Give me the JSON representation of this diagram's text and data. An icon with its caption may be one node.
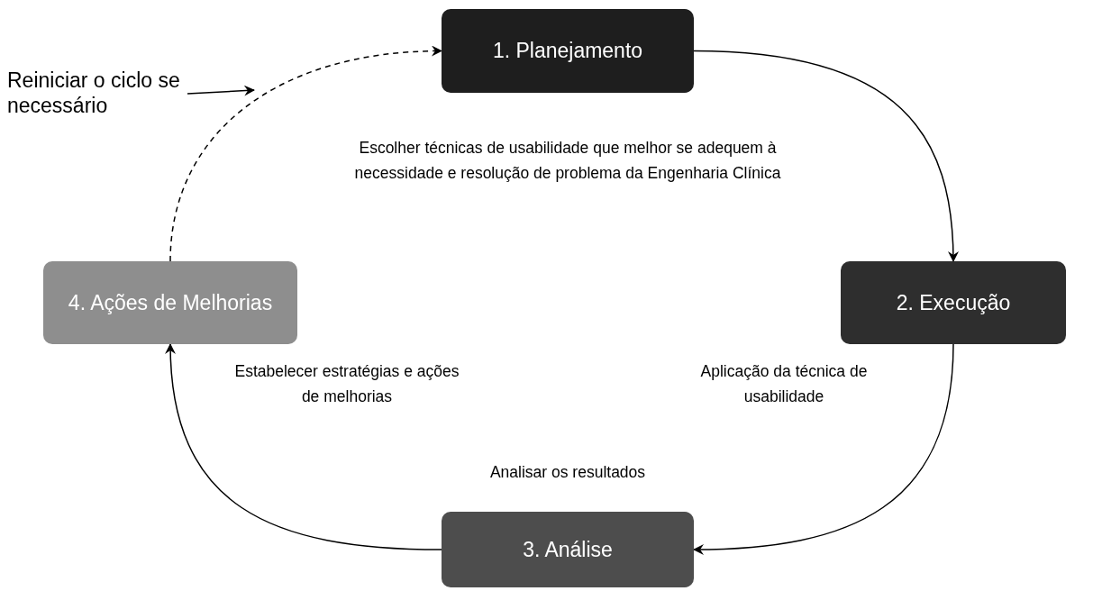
{
  "diagram": {
    "nodes": [
      {
        "text": [
          "1. Planejamento"
        ]
      },
      {
        "text": [
          "2. Execução"
        ]
      },
      {
        "text": [
          "3. Análise"
        ]
      },
      {
        "text": [
          "4. Ações de Melhorias"
        ]
      },
      {
        "text": [
          "Reiniciar o ciclo se necessário"
        ]
      }
    ],
    "edges": [
      {
        "from": 0,
        "to": 1,
        "arrow": "to"
      },
      {
        "from": 1,
        "to": 2,
        "arrow": "to"
      },
      {
        "from": 2,
        "to": 3,
        "arrow": "to"
      },
      {
        "from": 3,
        "to": 0,
        "arrow": "to",
        "style": "dashed"
      },
      {
        "from": 4,
        "to": null,
        "arrow": "to"
      }
    ],
    "labels": [
      "Escolher técnicas de usabilidade que melhor se adequem à necessidade e resolução de problema da Engenharia Clínica",
      "Estabelecer estratégias e ações de melhorias",
      "Aplicação da técnica de usabilidade",
      "Analisar os resultados"
    ]
  }
}
